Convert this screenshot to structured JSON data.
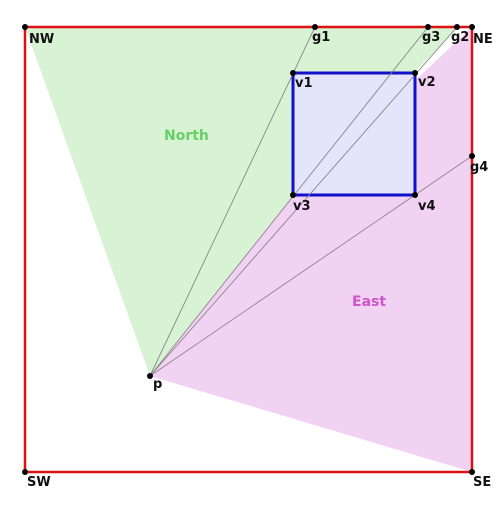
{
  "colors": {
    "background": "#ffffff",
    "border": "#dd1111",
    "obstacle_stroke": "#1111cc",
    "obstacle_fill": "#e4e4fa",
    "north_fill": "#d8f2d4",
    "north_text": "#66d066",
    "east_fill": "#f2d2f2",
    "east_text": "#cc55cc",
    "ray": "#888888",
    "point": "#000000"
  },
  "labels": {
    "nw": "NW",
    "ne": "NE",
    "sw": "SW",
    "se": "SE",
    "g1": "g1",
    "g2": "g2",
    "g3": "g3",
    "g4": "g4",
    "v1": "v1",
    "v2": "v2",
    "v3": "v3",
    "v4": "v4",
    "p": "p"
  },
  "regions": {
    "north": "North",
    "east": "East"
  }
}
